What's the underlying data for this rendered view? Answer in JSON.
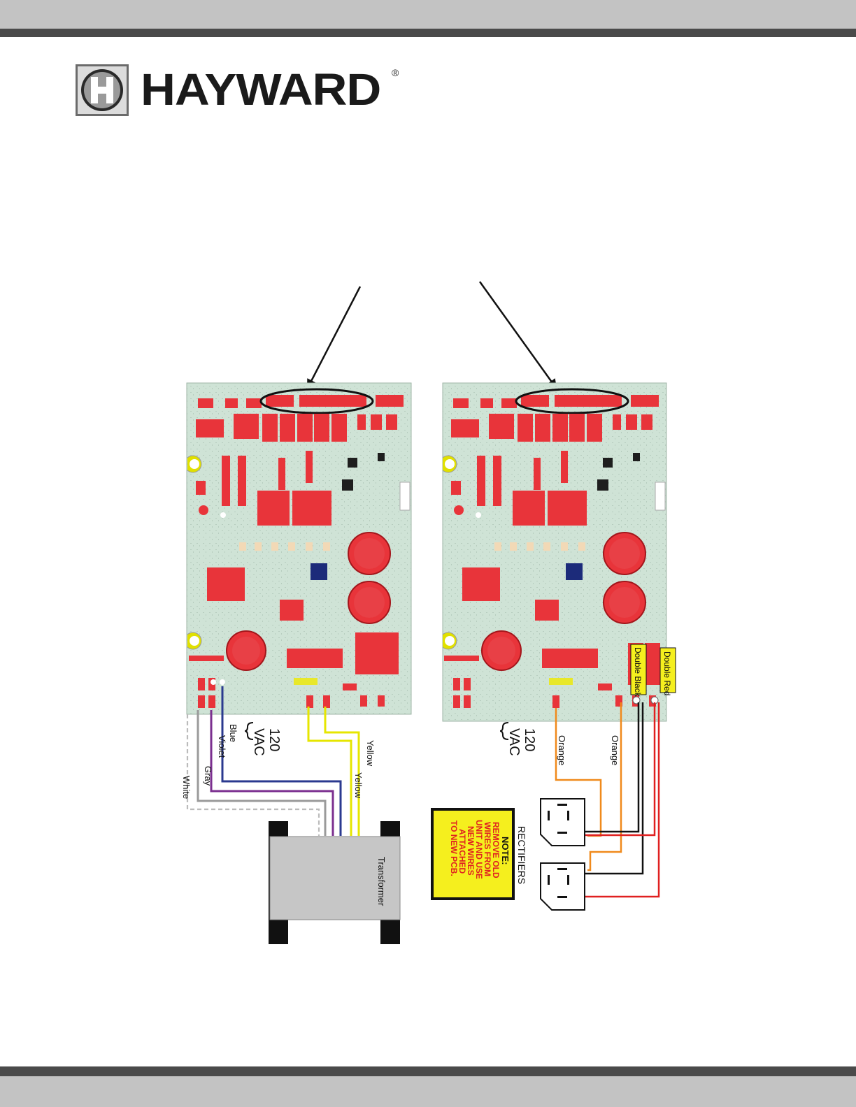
{
  "brand": {
    "name": "HAYWARD",
    "registered_mark": "®"
  },
  "colors": {
    "pcb_green": "#cfe3d6",
    "pcb_red": "#e8343a",
    "wire_blue": "#2b3a8f",
    "wire_violet": "#7b2f8f",
    "wire_gray": "#9a9a9a",
    "wire_yellow": "#e6e600",
    "wire_orange": "#f08a1c",
    "wire_black": "#111111",
    "wire_red": "#e02020",
    "note_bg": "#f5ef1e",
    "note_text": "#e02020"
  },
  "left_board": {
    "voltage_label": "120\nVAC",
    "wires": {
      "blue": "Blue",
      "violet": "Violet",
      "gray": "Gray",
      "white": "White",
      "yellow_1": "Yellow",
      "yellow_2": "Yellow"
    },
    "transformer_label": "Transformer"
  },
  "right_board": {
    "voltage_label": "120\nVAC",
    "wires": {
      "orange_1": "Orange",
      "orange_2": "Orange"
    },
    "tag_double_black": "Double Black",
    "tag_double_red": "Double Red",
    "rectifiers_label": "RECTIFIERS",
    "note": {
      "heading": "NOTE:",
      "lines": [
        "REMOVE OLD",
        "WIRES FROM",
        "UNIT AND USE",
        "NEW WIRES",
        "ATTACHED",
        "TO NEW PCB."
      ]
    }
  }
}
